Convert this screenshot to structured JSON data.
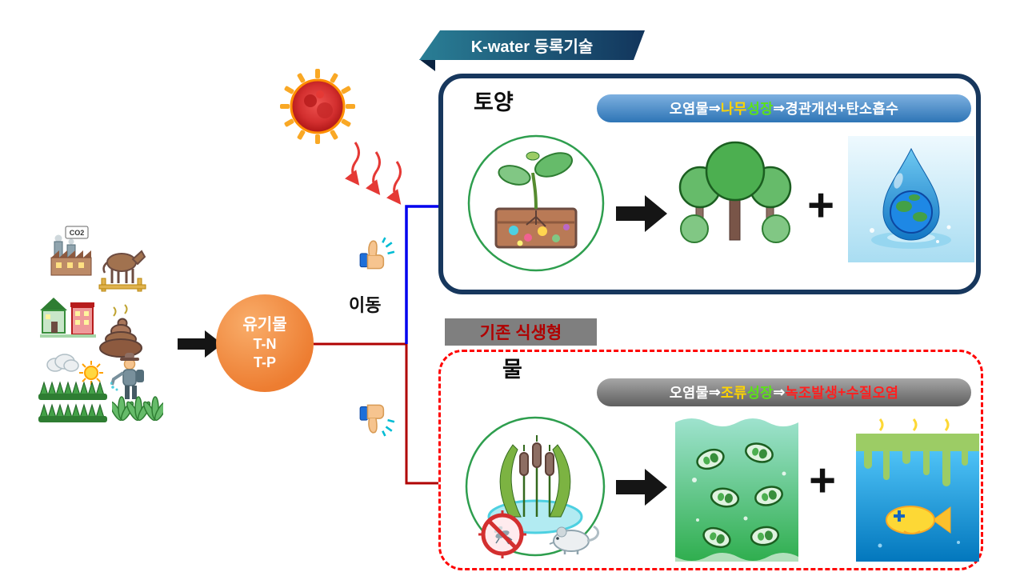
{
  "ribbon": {
    "label": "K-water 등록기술"
  },
  "source": {
    "line1": "유기물",
    "line2": "T-N",
    "line3": "T-P"
  },
  "move_label": "이동",
  "cluster": {
    "co2_label": "CO2"
  },
  "top_box": {
    "title": "토양",
    "banner": {
      "p1": "오염물",
      "a1": "⇒",
      "h1": "나무",
      "h2": "성장",
      "a2": "⇒",
      "p2": "경관개선",
      "plus": "+",
      "p3": "탄소흡수"
    },
    "plus_icon": "+"
  },
  "bottom_box": {
    "header": "기존 식생형",
    "title": "물",
    "banner": {
      "p1": "오염물",
      "a1": "⇒",
      "h1": "조류",
      "h2": "성장",
      "a2": "⇒",
      "d1": "녹조발생",
      "plus": "+",
      "d2": "수질오염"
    },
    "plus_icon": "+"
  },
  "icons": {
    "sun": "red-sun-with-rays",
    "heat": "red-wavy-arrows",
    "thumbs_up": "thumbs-up",
    "thumbs_down": "thumbs-down",
    "factory": "factory-with-co2-smoke",
    "livestock": "horse-in-paddock",
    "houses": "village-houses",
    "manure": "manure-pile",
    "cloud": "cloud",
    "small_sun": "sun",
    "farmer": "farmer-spraying-pesticide",
    "crops": "crop-rows",
    "plants": "leafy-plants",
    "soil": "sprout-in-soil-with-microbes",
    "trees": "tree-group",
    "water_drop": "water-drop-with-earth",
    "reeds": "reed-pond-no-mosquito-and-rat",
    "algae": "algae-cells",
    "polluted": "polluted-water-dead-fish"
  },
  "colors": {
    "top_box_border": "#17375d",
    "bottom_box_border": "#ff0000",
    "top_pill": "#2e75b6",
    "gray_pill": "#7f7f7f",
    "ribbon_start": "#2a7f96",
    "ribbon_end": "#12355c",
    "source_circle": "#ed7d31",
    "legacy_header_bg": "#7f7f7f",
    "legacy_header_text": "#b00000",
    "highlight_yellow": "#ffd400",
    "highlight_green": "#5ce218",
    "danger_red": "#ff2020",
    "blue_arrow": "#0000ee",
    "red_arrow": "#b00000",
    "black_arrow": "#151515"
  }
}
